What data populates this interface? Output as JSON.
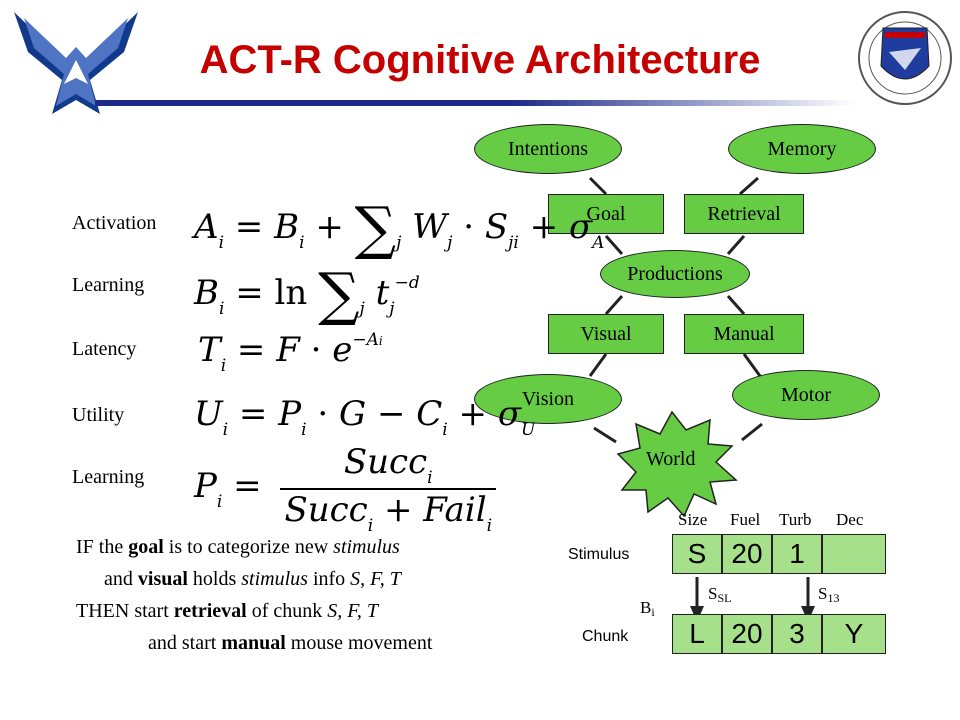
{
  "title": "ACT-R Cognitive Architecture",
  "colors": {
    "title": "#c40000",
    "node_fill": "#66cc44",
    "cell_fill": "#a6e08a",
    "rule": "#1c2a8a"
  },
  "logos": {
    "left": "air-force-emblem-icon",
    "right": "afosr-seal-icon"
  },
  "diagram": {
    "intentions": "Intentions",
    "memory": "Memory",
    "goal": "Goal",
    "retrieval": "Retrieval",
    "productions": "Productions",
    "visual": "Visual",
    "manual": "Manual",
    "vision": "Vision",
    "motor": "Motor",
    "world": "World"
  },
  "equations": {
    "activation_label": "Activation",
    "learning_label": "Learning",
    "latency_label": "Latency",
    "utility_label": "Utility",
    "learning2_label": "Learning"
  },
  "production_rule": {
    "l1_a": "IF the ",
    "l1_b": "goal",
    "l1_c": " is to categorize new ",
    "l1_d": "stimulus",
    "l2_a": "and ",
    "l2_b": "visual",
    "l2_c": " holds ",
    "l2_d": "stimulus",
    "l2_e": " info ",
    "l2_f": "S, F, T",
    "l3_a": "THEN start ",
    "l3_b": "retrieval",
    "l3_c": " of chunk ",
    "l3_d": "S, F, T",
    "l4_a": "and start ",
    "l4_b": "manual",
    "l4_c": " mouse movement"
  },
  "chunk_table": {
    "headers": [
      "Size",
      "Fuel",
      "Turb",
      "Dec"
    ],
    "stimulus_label": "Stimulus",
    "chunk_label": "Chunk",
    "stimulus": [
      "S",
      "20",
      "1",
      ""
    ],
    "chunk": [
      "L",
      "20",
      "3",
      "Y"
    ],
    "s_left": "S",
    "s_left_sub": "SL",
    "s_right": "S",
    "s_right_sub": "13",
    "b": "B",
    "b_sub": "i"
  }
}
